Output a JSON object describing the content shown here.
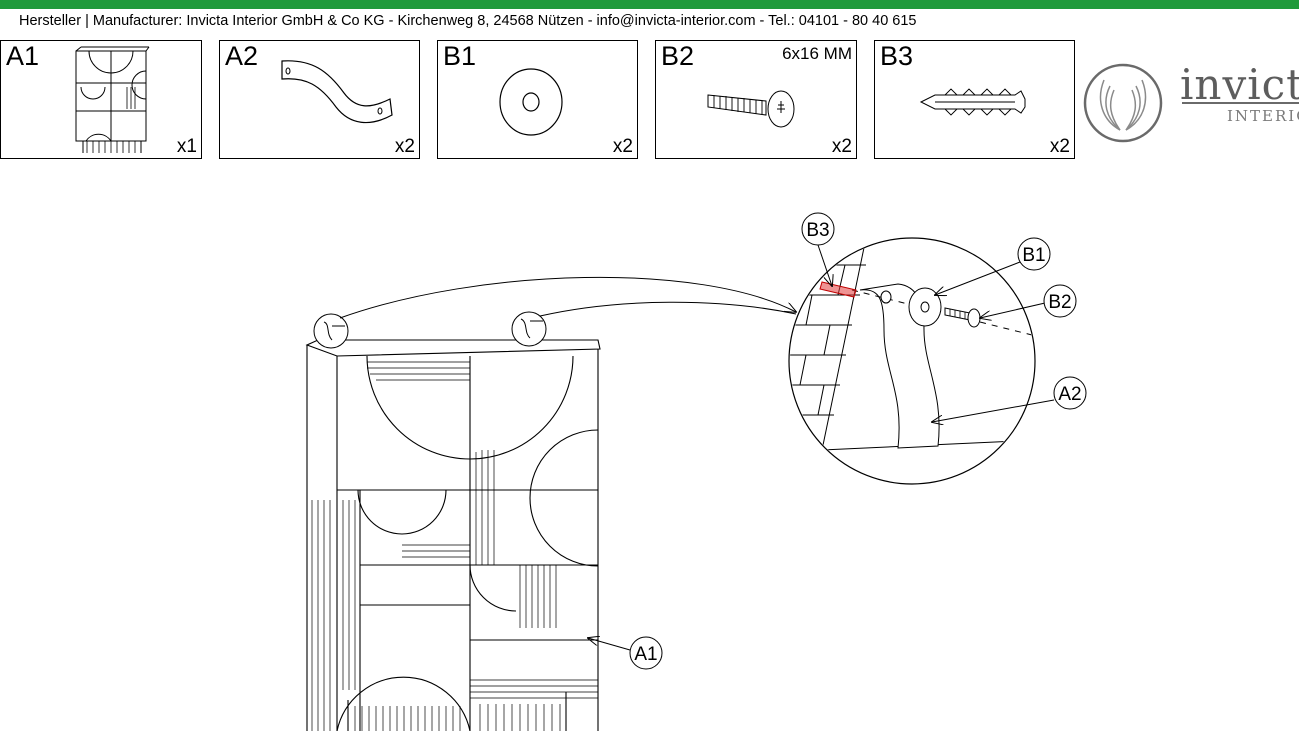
{
  "header": {
    "accent_color": "#1f9a3b",
    "manufacturer_line": "Hersteller | Manufacturer: Invicta Interior GmbH & Co KG - Kirchenweg 8, 24568 Nützen - info@invicta-interior.com - Tel.: 04101 - 80 40 615"
  },
  "parts": [
    {
      "label": "A1",
      "qty": "x1",
      "spec": ""
    },
    {
      "label": "A2",
      "qty": "x2",
      "spec": ""
    },
    {
      "label": "B1",
      "qty": "x2",
      "spec": ""
    },
    {
      "label": "B2",
      "qty": "x2",
      "spec": "6x16 MM"
    },
    {
      "label": "B3",
      "qty": "x2",
      "spec": ""
    }
  ],
  "logo": {
    "wordmark": "invicta",
    "sub": "INTERIOR",
    "icon": "wings-circle-icon"
  },
  "callouts": {
    "b3": "B3",
    "b1": "B1",
    "b2": "B2",
    "a2_detail": "A2",
    "a1_cabinet": "A1"
  },
  "highlight_color": "#e23b3b"
}
